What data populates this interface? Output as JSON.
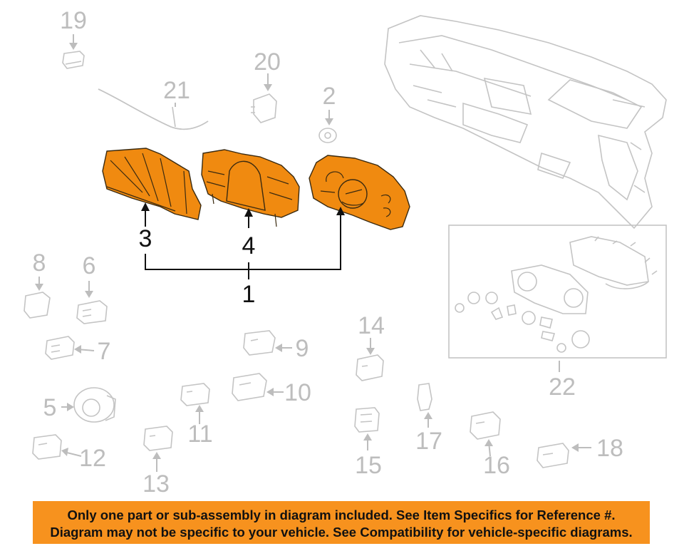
{
  "callouts": {
    "n1": "1",
    "n2": "2",
    "n3": "3",
    "n4": "4",
    "n5": "5",
    "n6": "6",
    "n7": "7",
    "n8": "8",
    "n9": "9",
    "n10": "10",
    "n11": "11",
    "n12": "12",
    "n13": "13",
    "n14": "14",
    "n15": "15",
    "n16": "16",
    "n17": "17",
    "n18": "18",
    "n19": "19",
    "n20": "20",
    "n21": "21",
    "n22": "22"
  },
  "banner": {
    "line1": "Only one part or sub-assembly in diagram included. See Item Specifics for Reference #.",
    "line2": "Diagram may not be specific to your vehicle. See Compatibility for vehicle-specific diagrams."
  },
  "colors": {
    "highlight": "#f08a10",
    "banner": "#f7921e",
    "ghost_outline": "#c4c4c4",
    "callout_gray": "#bdbdbd",
    "callout_black": "#111111"
  }
}
